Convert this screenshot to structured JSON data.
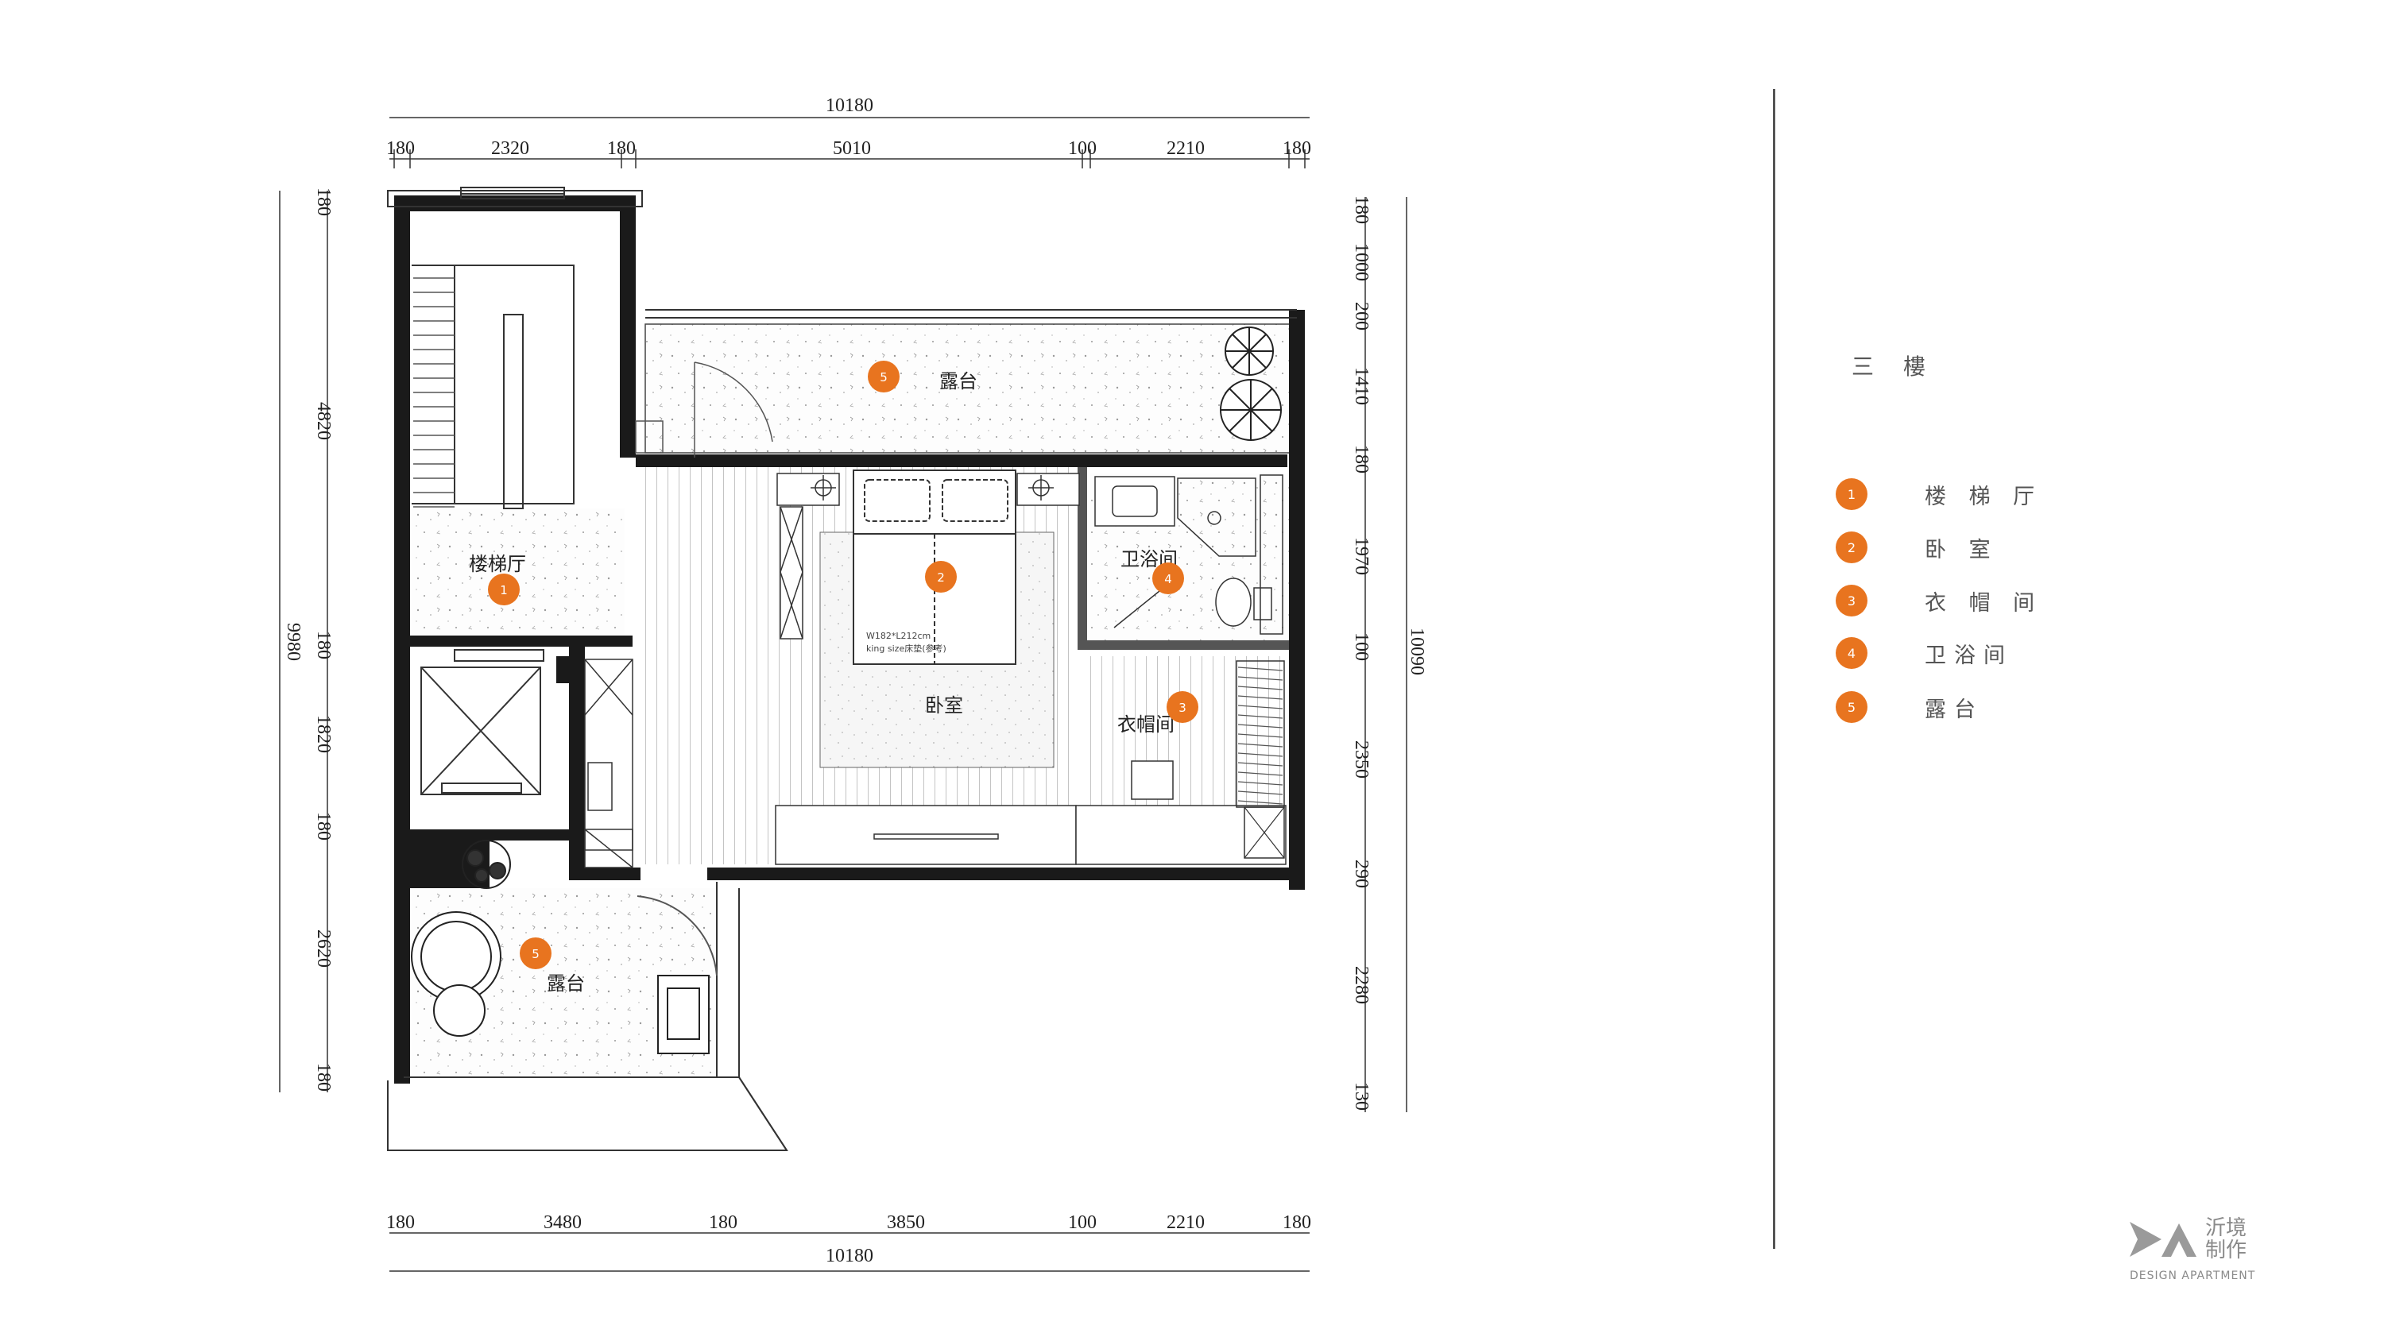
{
  "floor_title": "三 樓",
  "dimensions": {
    "top_total": "10180",
    "top_segments": [
      "180",
      "2320",
      "180",
      "5010",
      "100",
      "2210",
      "180"
    ],
    "bottom_total": "10180",
    "bottom_segments": [
      "180",
      "3480",
      "180",
      "3850",
      "100",
      "2210",
      "180"
    ],
    "left_total": "9980",
    "left_segments": [
      "180",
      "4820",
      "180",
      "1820",
      "180",
      "2620",
      "180"
    ],
    "right_total": "10090",
    "right_segments": [
      "180",
      "1000",
      "200",
      "1410",
      "180",
      "1970",
      "100",
      "2350",
      "290",
      "2280",
      "130"
    ]
  },
  "rooms": {
    "stair_hall": "楼梯厅",
    "bedroom": "卧室",
    "closet": "衣帽间",
    "bathroom": "卫浴间",
    "terrace_top": "露台",
    "terrace_bottom": "露台",
    "bed_note_1": "W182*L212cm",
    "bed_note_2": "king size床垫(参考)"
  },
  "badges": [
    "1",
    "2",
    "3",
    "4",
    "5",
    "5"
  ],
  "legend": [
    {
      "num": "1",
      "label": "楼 梯 厅"
    },
    {
      "num": "2",
      "label": "卧 室"
    },
    {
      "num": "3",
      "label": "衣 帽 间"
    },
    {
      "num": "4",
      "label": "卫浴间"
    },
    {
      "num": "5",
      "label": "露台"
    }
  ],
  "colors": {
    "badge": "#e8741f",
    "wall": "#1a1a1a"
  },
  "logo": {
    "cn_line1": "沂境",
    "cn_line2": "制作",
    "en": "DESIGN APARTMENT"
  }
}
